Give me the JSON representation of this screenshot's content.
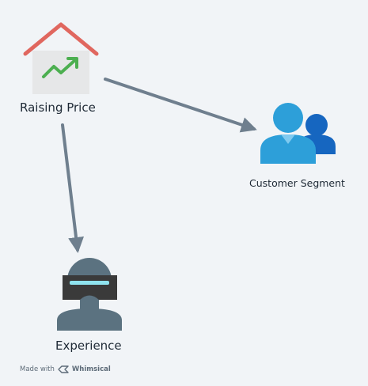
{
  "nodes": {
    "raising_price": {
      "label": "Raising Price",
      "icon": "house-trend-up-icon"
    },
    "customer_segment": {
      "label": "Customer Segment",
      "icon": "users-icon"
    },
    "experience": {
      "label": "Experience",
      "icon": "vr-headset-icon"
    }
  },
  "edges": [
    {
      "from": "raising_price",
      "to": "customer_segment"
    },
    {
      "from": "raising_price",
      "to": "experience"
    }
  ],
  "footer": {
    "prefix": "Made with",
    "brand": "Whimsical"
  },
  "colors": {
    "background": "#f1f4f7",
    "arrow": "#6f7f8e",
    "roof": "#e0675f",
    "trend": "#4caf50",
    "users_primary": "#2d9fd9",
    "users_secondary": "#1666c0",
    "vr_head": "#5b7280",
    "vr_goggles": "#3a3a3a",
    "vr_visor": "#8fe3ef"
  }
}
